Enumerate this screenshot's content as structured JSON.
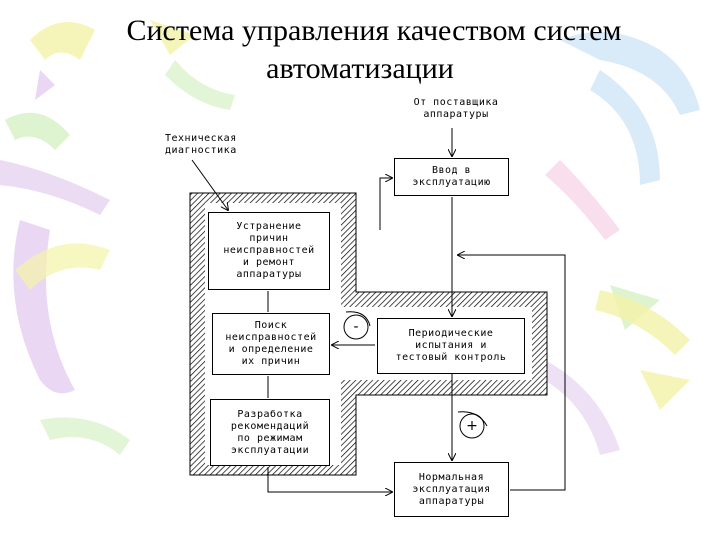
{
  "title": {
    "line1": "Система управления качеством систем",
    "line2": "автоматизации"
  },
  "diagram": {
    "labels": {
      "supplier": "От поставщика\nаппаратуры",
      "diagnostics": "Техническая\nдиагностика"
    },
    "boxes": {
      "commissioning": "Ввод в\nэксплуатацию",
      "repair": "Устранение\nпричин\nнеисправностей\nи ремонт\nаппаратуры",
      "fault_search": "Поиск\nнеисправностей\nи определение\nих причин",
      "periodic_tests": "Периодические\nиспытания и\nтестовый контроль",
      "recommendations": "Разработка\nрекомендаций\nпо режимам\nэксплуатации",
      "normal_operation": "Нормальная\nэксплуатация\nаппаратуры"
    },
    "signs": {
      "minus": "-",
      "plus": "+"
    }
  },
  "colors": {
    "hatch": "#000000",
    "decor_yellow": "#f4f3a8",
    "decor_green": "#d6f1c4",
    "decor_violet": "#e3cdf0",
    "decor_blue": "#cfe5f8",
    "decor_pink": "#f7d6e8"
  }
}
